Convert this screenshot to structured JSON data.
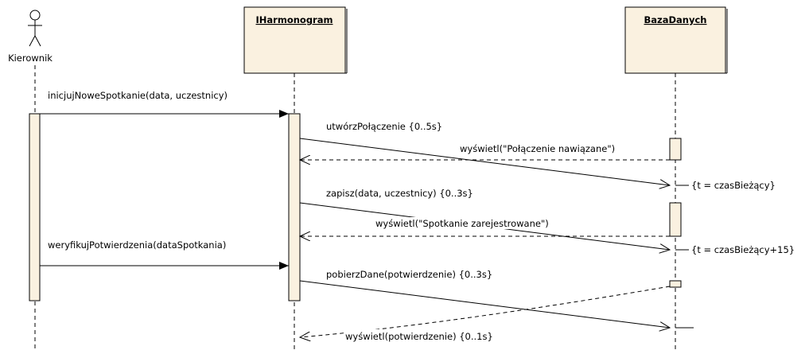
{
  "actor": {
    "name": "Kierownik"
  },
  "objects": [
    {
      "name": "IHarmonogram"
    },
    {
      "name": "BazaDanych"
    }
  ],
  "messages": [
    {
      "text": "inicjujNoweSpotkanie(data, uczestnicy)"
    },
    {
      "text": "utwórzPołączenie {0..5s}"
    },
    {
      "text": "wyświetl(\"Połączenie nawiązane\")"
    },
    {
      "text": "zapisz(data, uczestnicy) {0..3s}"
    },
    {
      "text": "wyświetl(\"Spotkanie zarejestrowane\")"
    },
    {
      "text": "weryfikujPotwierdzenia(dataSpotkania)"
    },
    {
      "text": "pobierzDane(potwierdzenie) {0..3s}"
    },
    {
      "text": "wyświetl(potwierdzenie) {0..1s}"
    }
  ],
  "constraints": [
    {
      "text": "{t = czasBieżący}"
    },
    {
      "text": "{t = czasBieżący+15}"
    }
  ],
  "colors": {
    "box_fill": "#faf1e0",
    "line": "#000000"
  }
}
